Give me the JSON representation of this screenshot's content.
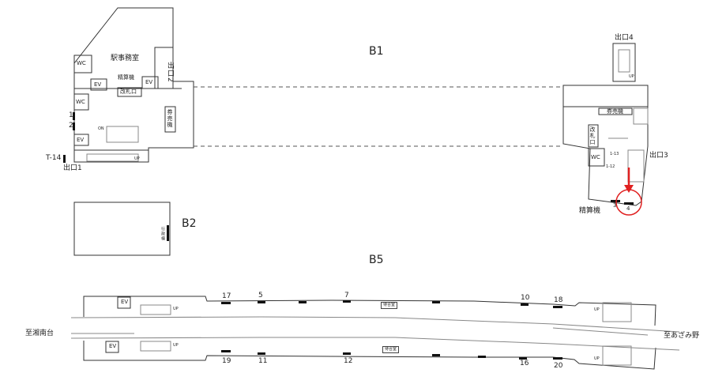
{
  "floors": {
    "b1": "B1",
    "b2": "B2",
    "b5": "B5"
  },
  "b1_west": {
    "station_office": "駅事務室",
    "wc_upper": "WC",
    "wc_lower": "WC",
    "ev_1": "EV",
    "ev_2": "EV",
    "ev_3": "EV",
    "fare_adjust": "精算機",
    "ticket_gate": "改札口",
    "ticket_machine": "券売機",
    "exit2": "出口2",
    "exit1": "出口1",
    "gate_1": "1",
    "gate_2": "2",
    "t14": "T-14",
    "on": "ON",
    "up": "UP"
  },
  "b1_east": {
    "exit4": "出口4",
    "exit3": "出口3",
    "ticket_machine": "券売機",
    "ticket_gate": "改札口",
    "wc": "WC",
    "fare_adjust": "精算機",
    "code_1_13": "1-13",
    "code_1_12": "1-12",
    "gate_3": "3",
    "gate_4": "4",
    "up": "UP",
    "highlight_color": "#e02020"
  },
  "b2": {
    "label": "行政棟"
  },
  "b5": {
    "to_west": "至湘南台",
    "to_east": "至あざみ野",
    "waiting_room": "待合室",
    "ev": "EV",
    "up": "UP",
    "top_doors": [
      "17",
      "5",
      "7",
      "10",
      "18"
    ],
    "bottom_doors": [
      "19",
      "11",
      "12",
      "16",
      "20"
    ]
  }
}
